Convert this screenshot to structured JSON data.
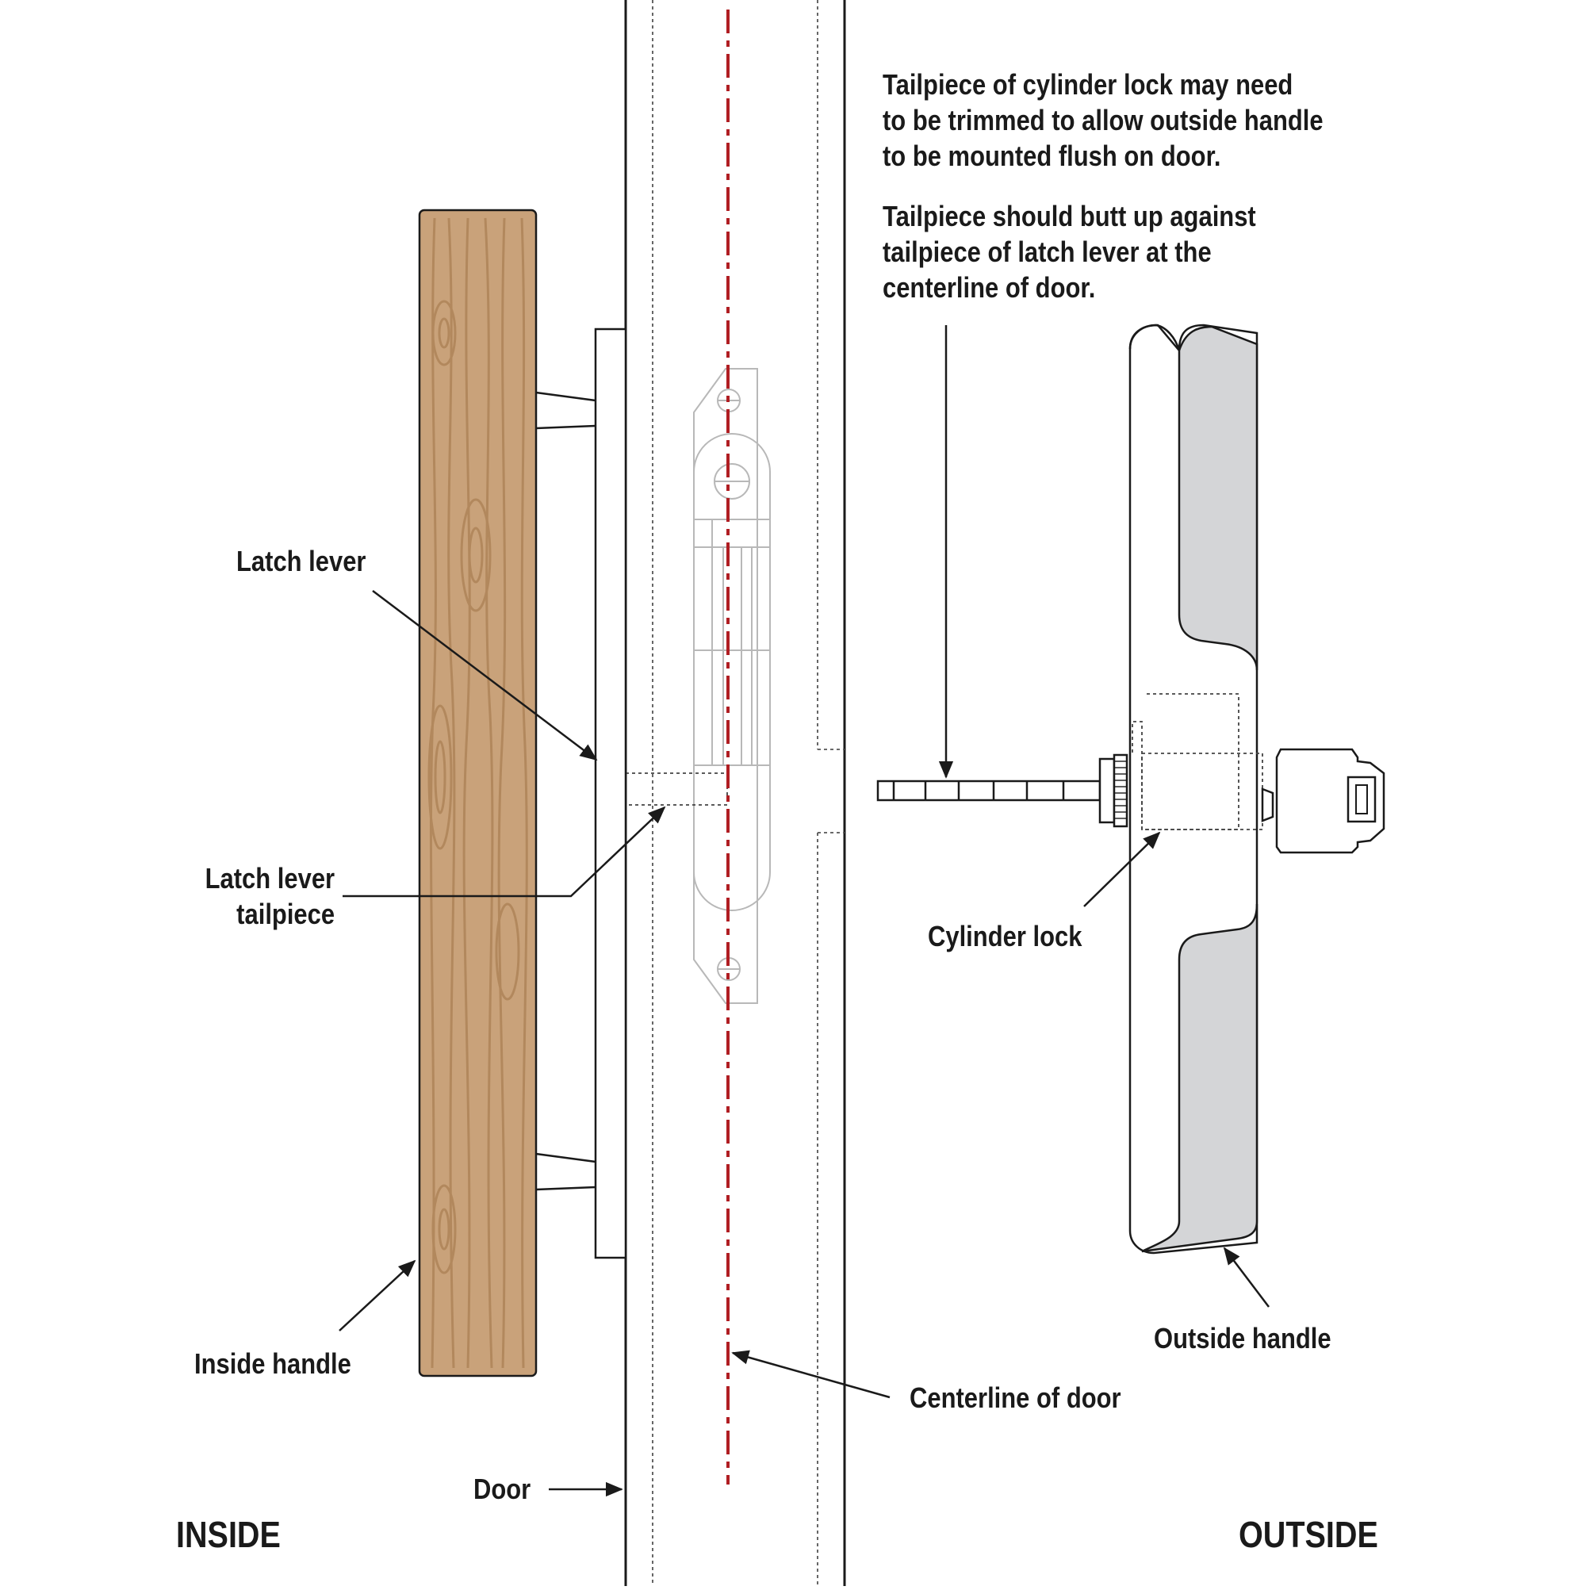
{
  "labels": {
    "note_trim": [
      "Tailpiece of cylinder lock may need",
      "to be trimmed to allow outside handle",
      "to be mounted flush on door."
    ],
    "note_butt": [
      "Tailpiece should butt up against",
      "tailpiece of latch lever at the",
      "centerline of door."
    ],
    "latch_lever": "Latch lever",
    "latch_lever_tailpiece": [
      "Latch lever",
      "tailpiece"
    ],
    "cylinder_lock": "Cylinder lock",
    "outside_handle": "Outside handle",
    "inside_handle": "Inside handle",
    "centerline": "Centerline of door",
    "door": "Door",
    "inside": "INSIDE",
    "outside": "OUTSIDE"
  },
  "colors": {
    "wood": "#c9a27a",
    "wood_grain": "#b0865a",
    "centerline": "#b01e23",
    "outside_handle_face": "#d4d5d7",
    "line": "#1a1a1a",
    "latch_ghost": "#b8b8b8"
  }
}
